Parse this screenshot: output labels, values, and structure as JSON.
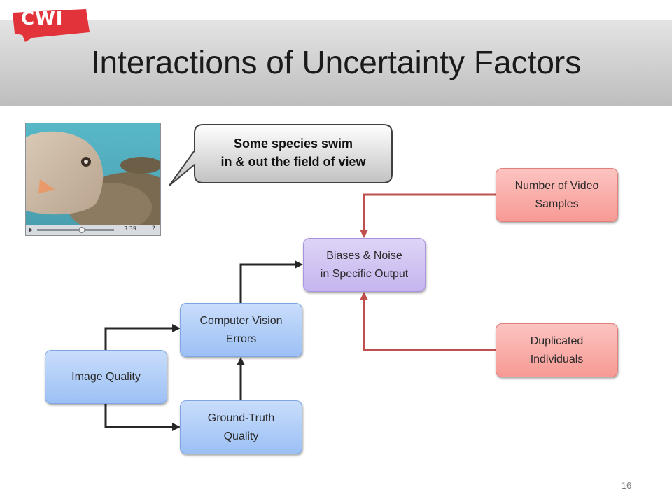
{
  "header": {
    "logo_text": "CWI",
    "title": "Interactions of Uncertainty Factors"
  },
  "video": {
    "time_label": "3:39",
    "help_label": "?"
  },
  "callout": {
    "line1": "Some species swim",
    "line2": "in & out the field of view"
  },
  "nodes": {
    "image_quality": "Image Quality",
    "cv_errors_line1": "Computer Vision",
    "cv_errors_line2": "Errors",
    "gt_quality_line1": "Ground-Truth",
    "gt_quality_line2": "Quality",
    "biases_line1": "Biases & Noise",
    "biases_line2": "in Specific Output",
    "video_samples_line1": "Number of Video",
    "video_samples_line2": "Samples",
    "duplicated_line1": "Duplicated",
    "duplicated_line2": "Individuals"
  },
  "colors": {
    "logo_red": "#e2323a",
    "dark_arrow": "#262626",
    "red_arrow": "#c0504d"
  },
  "page_number": "16"
}
